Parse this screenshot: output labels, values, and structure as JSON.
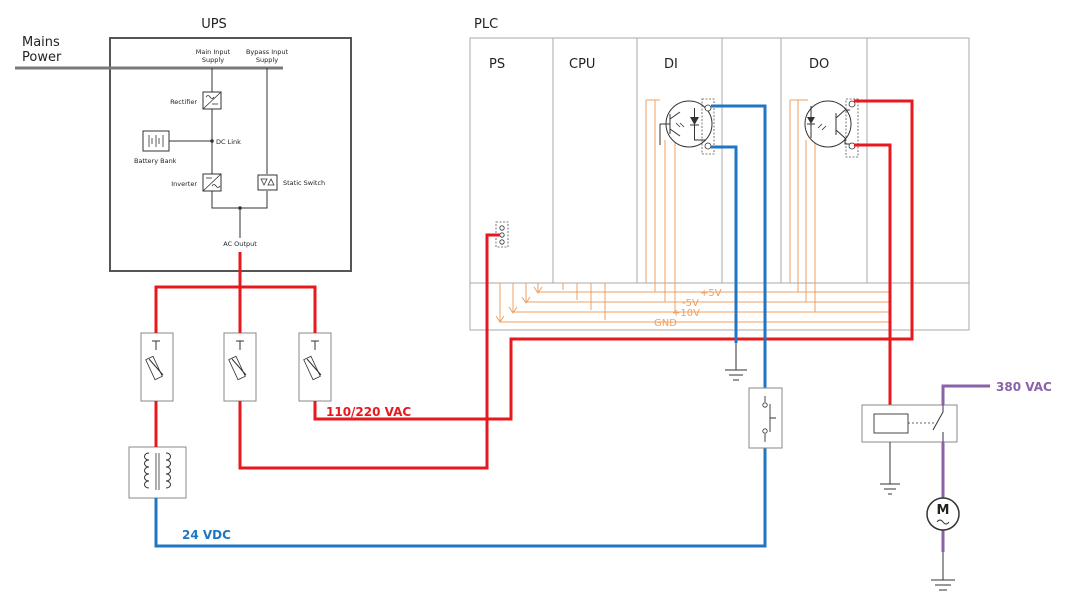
{
  "labels": {
    "mains_power": [
      "Mains",
      "Power"
    ],
    "ups_title": "UPS",
    "plc_title": "PLC",
    "main_input": [
      "Main Input",
      "Supply"
    ],
    "bypass_input": [
      "Bypass Input",
      "Supply"
    ],
    "rectifier": "Rectifier",
    "dc_link": "DC Link",
    "battery_bank": "Battery Bank",
    "inverter": "Inverter",
    "static_switch": "Static Switch",
    "ac_output": "AC Output",
    "modules": [
      "PS",
      "CPU",
      "DI",
      "DO"
    ],
    "rails": [
      "+5V",
      "-5V",
      "+10V",
      "GND"
    ],
    "voltage_ac": "110/220 VAC",
    "voltage_dc": "24 VDC",
    "voltage_motor": "380 VAC",
    "motor": "M"
  },
  "colors": {
    "ac_wire": "#e8191e",
    "dc_wire": "#1f77c4",
    "motor_wire": "#8a62a8",
    "mains_wire": "#7a7a7a",
    "rail": "#f0a060"
  }
}
